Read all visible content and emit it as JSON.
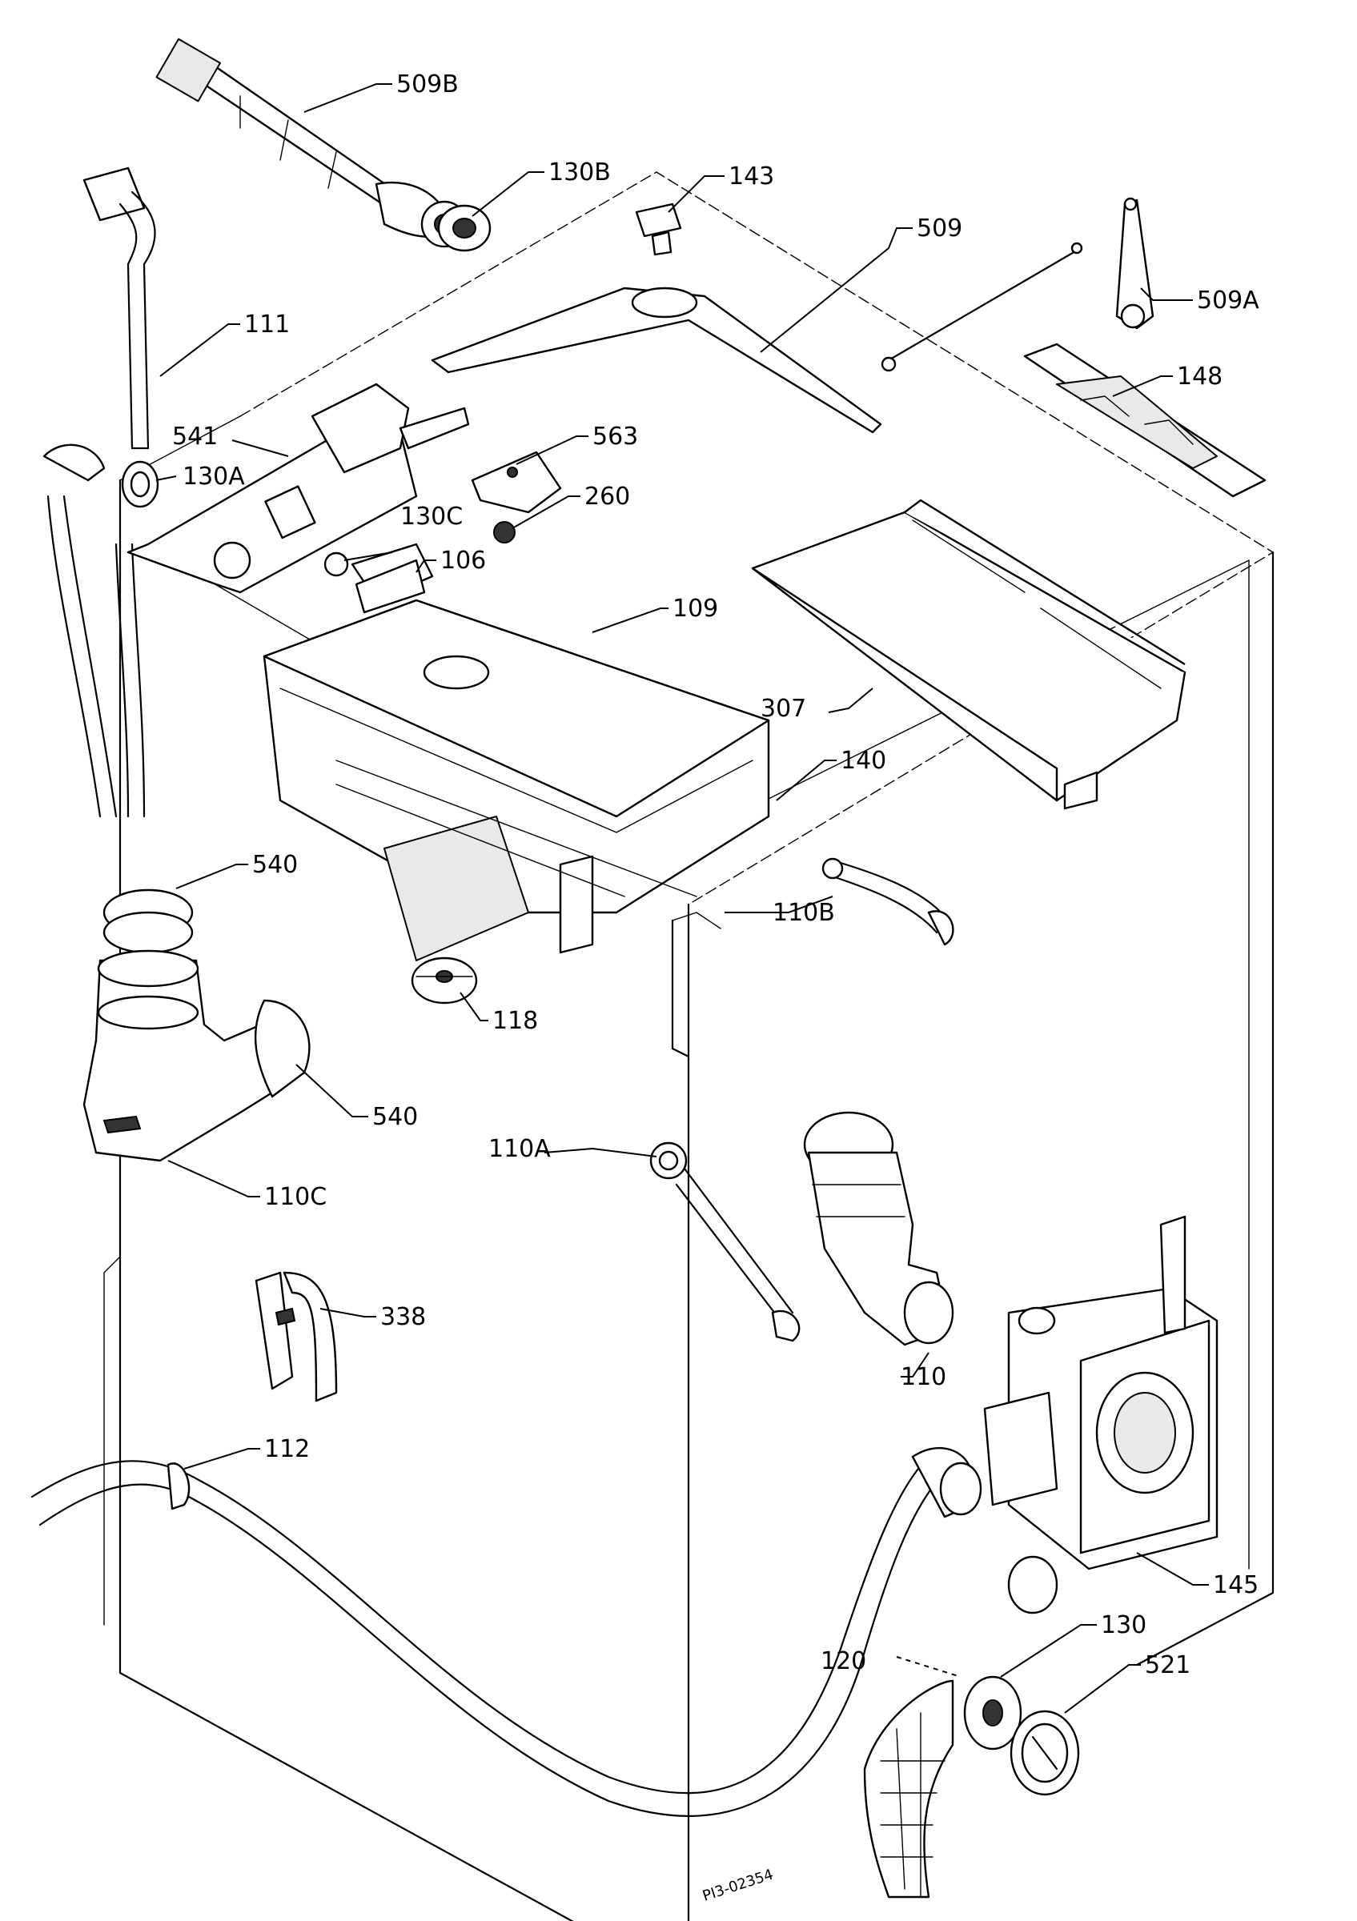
{
  "drawing_code": "PI3-02354",
  "labels": {
    "p509B": "509B",
    "p130B": "130B",
    "p143": "143",
    "p509": "509",
    "p509A": "509A",
    "p111": "111",
    "p148": "148",
    "p541": "541",
    "p130A": "130A",
    "p563": "563",
    "p260": "260",
    "p130C": "130C",
    "p106": "106",
    "p109": "109",
    "p307": "307",
    "p140": "140",
    "p540a": "540",
    "p110B": "110B",
    "p118": "118",
    "p540b": "540",
    "p110C": "110C",
    "p110A": "110A",
    "p338": "338",
    "p110": "110",
    "p112": "112",
    "p145": "145",
    "p130": "130",
    "p120": "120",
    "p521": "521"
  }
}
